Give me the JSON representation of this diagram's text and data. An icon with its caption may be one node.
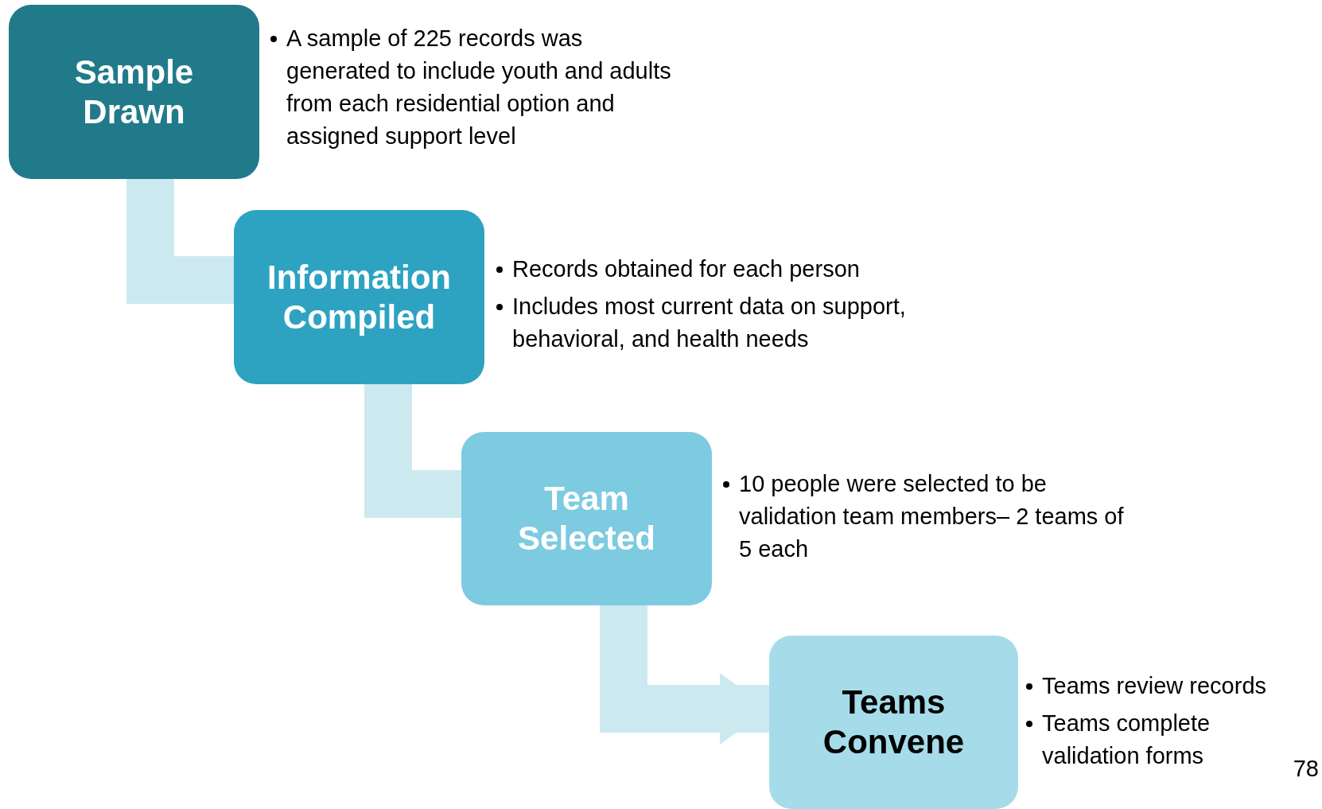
{
  "diagram": {
    "nodes": [
      {
        "text": [
          "Sample Drawn"
        ],
        "beside": [
          "A sample of 225 records was generated to include youth and adults from each residential option and assigned support level"
        ]
      },
      {
        "text": [
          "Information Compiled"
        ],
        "beside": [
          "Records obtained for each person",
          "Includes most current data on support, behavioral, and health needs"
        ]
      },
      {
        "text": [
          "Team Selected"
        ],
        "beside": [
          "10 people were selected to be validation team members– 2 teams of 5 each"
        ]
      },
      {
        "text": [
          "Teams Convene"
        ],
        "beside": [
          "Teams review records",
          "Teams complete validation forms"
        ]
      }
    ],
    "edges": [
      {
        "from": 0,
        "to": 1,
        "arrow": "none"
      },
      {
        "from": 1,
        "to": 2,
        "arrow": "none"
      },
      {
        "from": 2,
        "to": 3,
        "arrow": "to"
      }
    ],
    "labels": [
      "78"
    ]
  }
}
